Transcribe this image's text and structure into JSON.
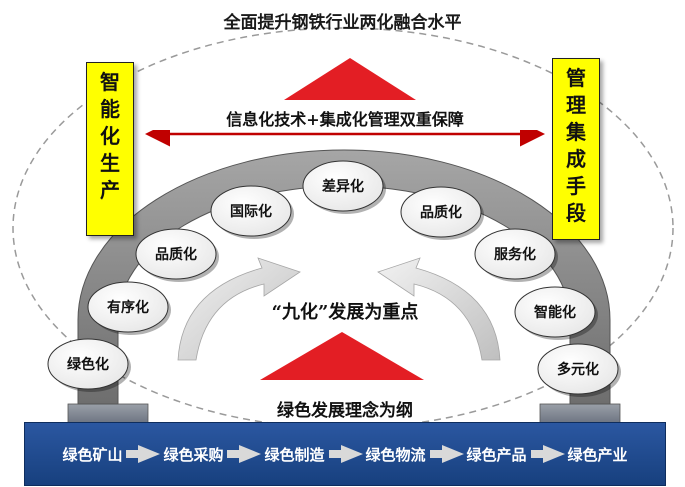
{
  "title": "全面提升钢铁行业两化融合水平",
  "left_box": {
    "chars": [
      "智",
      "能",
      "化",
      "生",
      "产"
    ]
  },
  "right_box": {
    "chars": [
      "管",
      "理",
      "集",
      "成",
      "手",
      "段"
    ]
  },
  "middle_banner": "信息化技术+集成化管理双重保障",
  "center_label": "“九化”发展为重点",
  "bottom_label": "绿色发展理念为纲",
  "arch_nodes": [
    {
      "label": "绿色化"
    },
    {
      "label": "有序化"
    },
    {
      "label": "品质化"
    },
    {
      "label": "国际化"
    },
    {
      "label": "差异化"
    },
    {
      "label": "品质化"
    },
    {
      "label": "服务化"
    },
    {
      "label": "智能化"
    },
    {
      "label": "多元化"
    }
  ],
  "chain": [
    "绿色矿山",
    "绿色采购",
    "绿色制造",
    "绿色物流",
    "绿色产品",
    "绿色产业"
  ],
  "colors": {
    "triangle": "#e31e24",
    "arrow": "#c00000",
    "box_fill": "#ffff00",
    "arch": "#8c8c8c",
    "chain_bg": "#1f4e9a"
  }
}
